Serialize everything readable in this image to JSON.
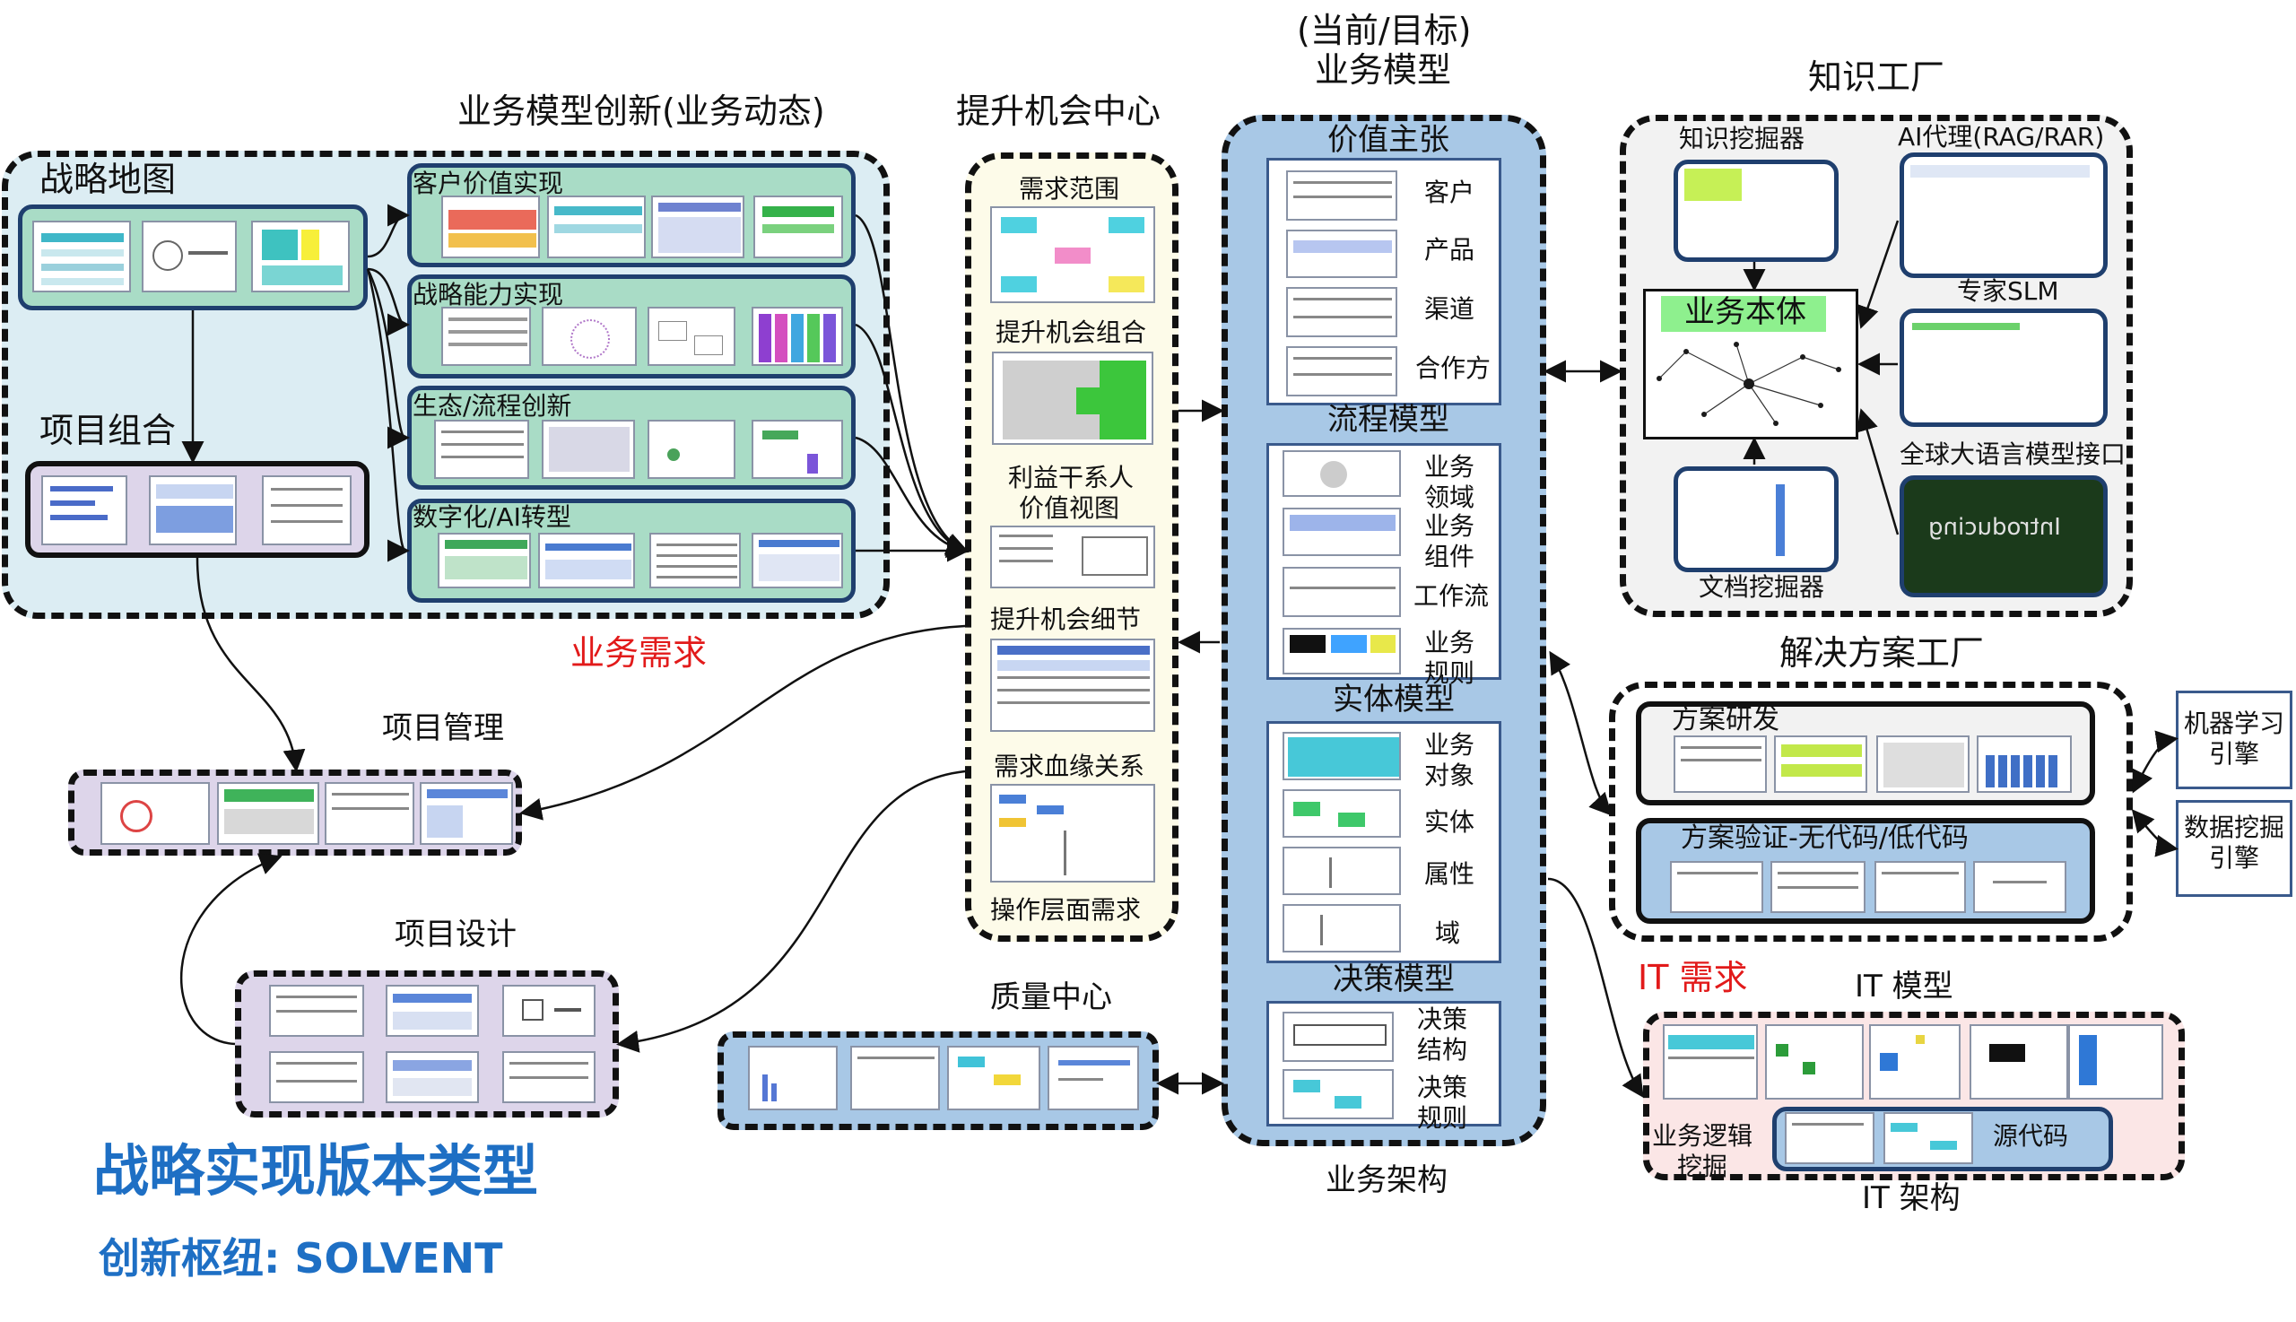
{
  "left": {
    "innovation_title": "业务模型创新(业务动态)",
    "strategy_map": "战略地图",
    "project_portfolio": "项目组合",
    "customer_value": "客户价值实现",
    "strategy_capability": "战略能力实现",
    "ecosystem_process": "生态/流程创新",
    "digital_ai": "数字化/AI转型",
    "business_demand": "业务需求",
    "project_mgmt": "项目管理",
    "project_design": "项目设计"
  },
  "opportunity": {
    "title": "提升机会中心",
    "demand_scope": "需求范围",
    "opportunity_combo": "提升机会组合",
    "stakeholder_line1": "利益干系人",
    "stakeholder_line2": "价值视图",
    "opportunity_detail": "提升机会细节",
    "demand_lineage": "需求血缘关系",
    "operational_demand": "操作层面需求"
  },
  "quality": {
    "title": "质量中心"
  },
  "model": {
    "header_line1": "(当前/目标)",
    "header_line2": "业务模型",
    "value_prop": "价值主张",
    "customer": "客户",
    "product": "产品",
    "channel": "渠道",
    "partner": "合作方",
    "process_model": "流程模型",
    "biz_domain": [
      "业务",
      "领域"
    ],
    "biz_component": [
      "业务",
      "组件"
    ],
    "workflow": "工作流",
    "biz_rules": [
      "业务",
      "规则"
    ],
    "entity_model": "实体模型",
    "biz_object": [
      "业务",
      "对象"
    ],
    "entity": "实体",
    "attribute": "属性",
    "domain": "域",
    "decision_model": "决策模型",
    "decision_structure": [
      "决策",
      "结构"
    ],
    "decision_rules": [
      "决策",
      "规则"
    ],
    "arch": "业务架构"
  },
  "knowledge": {
    "title": "知识工厂",
    "miner": "知识挖掘器",
    "ai_agent": "AI代理(RAG/RAR)",
    "expert_slm": "专家SLM",
    "ontology": "业务本体",
    "llm_interface": "全球大语言模型接口",
    "doc_miner": "文档挖掘器",
    "introducing": "Introducing"
  },
  "solution": {
    "title": "解决方案工厂",
    "research": "方案研发",
    "validation": "方案验证-无代码/低代码",
    "ml_engine": [
      "机器学习",
      "引擎"
    ],
    "dm_engine": [
      "数据挖掘",
      "引擎"
    ]
  },
  "it": {
    "demand": "IT 需求",
    "model": "IT 模型",
    "logic_mining": [
      "业务逻辑",
      "挖掘"
    ],
    "source_code": "源代码",
    "arch": "IT 架构"
  },
  "footer": {
    "title": "战略实现版本类型",
    "subtitle": "创新枢纽: SOLVENT"
  },
  "colors": {
    "light_blue_panel": "#dcedf3",
    "green_box": "#a9dcc6",
    "purple_box": "#ddd5ea",
    "cream_box": "#fdfbe9",
    "model_blue": "#a8c8e6",
    "it_pink": "#fbe6e6",
    "kf_gray": "#f2f2f2",
    "accent_red": "#e21a1a",
    "title_blue": "#1e6fc4",
    "ontology_green": "#8ef08e"
  }
}
